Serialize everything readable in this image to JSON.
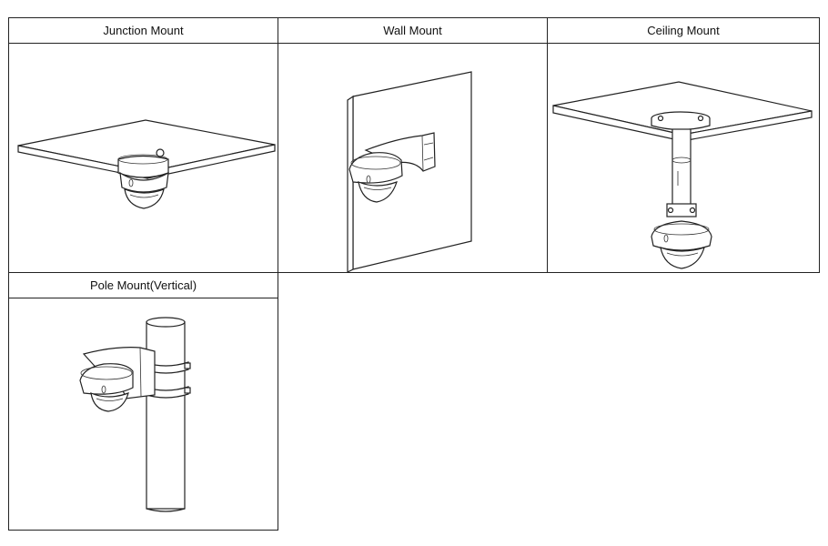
{
  "panels": [
    {
      "title": "Junction Mount",
      "illustration": "junction-mount-illustration"
    },
    {
      "title": "Wall Mount",
      "illustration": "wall-mount-illustration"
    },
    {
      "title": "Ceiling Mount",
      "illustration": "ceiling-mount-illustration"
    },
    {
      "title": "Pole Mount(Vertical)",
      "illustration": "pole-mount-illustration"
    }
  ]
}
